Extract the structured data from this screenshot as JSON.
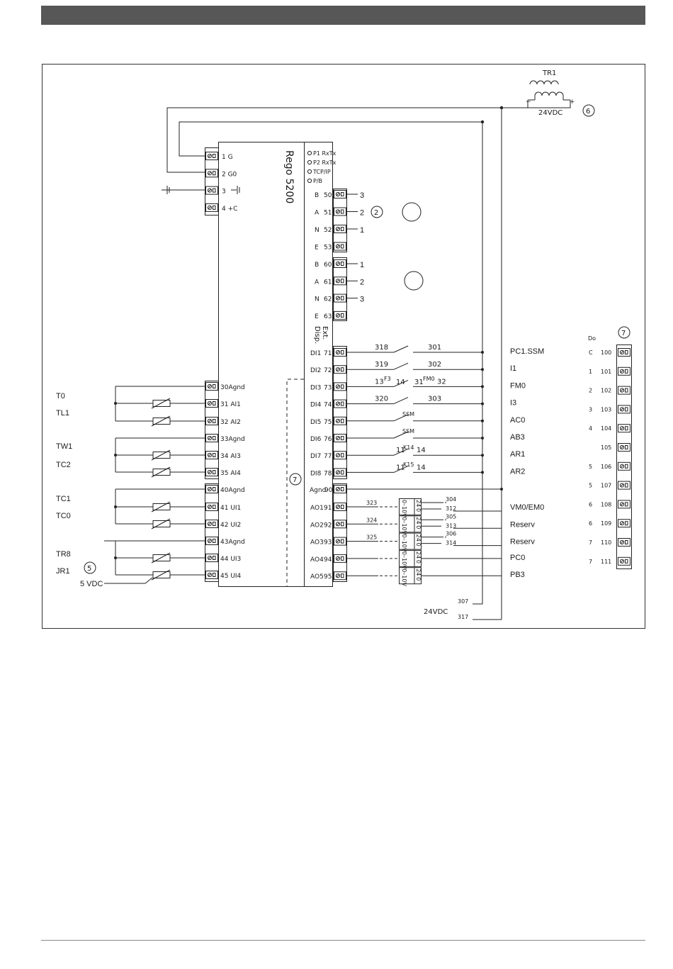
{
  "controller": {
    "title": "Rego 5200",
    "status_leds": [
      "P1 RxTx",
      "P2 RxTx",
      "TCP/IP",
      "P/B"
    ],
    "ext_display": [
      "Ext.",
      "Disp."
    ]
  },
  "power": {
    "transformer": "TR1",
    "minus": "−",
    "plus": "+",
    "supply": "24VDC",
    "marker": "6"
  },
  "left_top_terminals": [
    {
      "num": "1",
      "label": "G"
    },
    {
      "num": "2",
      "label": "G0"
    },
    {
      "num": "3",
      "label": ""
    },
    {
      "num": "4",
      "label": "+C"
    }
  ],
  "bus_terminals": [
    {
      "signal": "B",
      "num": "50",
      "wire": "3"
    },
    {
      "signal": "A",
      "num": "51",
      "wire": "2"
    },
    {
      "signal": "N",
      "num": "52",
      "wire": "1"
    },
    {
      "signal": "E",
      "num": "53",
      "wire": ""
    },
    {
      "signal": "B",
      "num": "60",
      "wire": "1"
    },
    {
      "signal": "A",
      "num": "61",
      "wire": "2"
    },
    {
      "signal": "N",
      "num": "62",
      "wire": "3"
    },
    {
      "signal": "E",
      "num": "63",
      "wire": ""
    }
  ],
  "bus_marker": "2",
  "analog_inputs": [
    {
      "term": "30Agnd",
      "sensor": ""
    },
    {
      "term": "31 AI1",
      "sensor": "T0"
    },
    {
      "term": "32 AI2",
      "sensor": "TL1"
    },
    {
      "term": "33Agnd",
      "sensor": ""
    },
    {
      "term": "34 AI3",
      "sensor": "TW1"
    },
    {
      "term": "35 AI4",
      "sensor": "TC2"
    },
    {
      "term": "40Agnd",
      "sensor": ""
    },
    {
      "term": "41 UI1",
      "sensor": "TC1"
    },
    {
      "term": "42 UI2",
      "sensor": "TC0"
    },
    {
      "term": "43Agnd",
      "sensor": ""
    },
    {
      "term": "44 UI3",
      "sensor": "TR8"
    },
    {
      "term": "45 UI4",
      "sensor": "JR1"
    }
  ],
  "vdc5": {
    "label": "5 VDC",
    "marker": "5"
  },
  "digital_inputs": [
    {
      "term": "DI1",
      "num": "71",
      "left": "318",
      "right": "301",
      "signal": "PC1.SSM"
    },
    {
      "term": "DI2",
      "num": "72",
      "left": "319",
      "right": "302",
      "signal": "I1"
    },
    {
      "term": "DI3",
      "num": "73",
      "left": "13",
      "right": "32",
      "signal": "FM0"
    },
    {
      "term": "DI4",
      "num": "74",
      "left": "320",
      "right": "303",
      "signal": "I3"
    },
    {
      "term": "DI5",
      "num": "75",
      "left": "",
      "right": "",
      "signal": "AC0"
    },
    {
      "term": "DI6",
      "num": "76",
      "left": "",
      "right": "",
      "signal": "AB3"
    },
    {
      "term": "DI7",
      "num": "77",
      "left": "11",
      "right": "14",
      "signal": "AR1"
    },
    {
      "term": "DI8",
      "num": "78",
      "left": "11",
      "right": "14",
      "signal": "AR2"
    }
  ],
  "di3_extra": {
    "f3": "F3",
    "n14": "14",
    "n31": "31",
    "fm0": "FM0"
  },
  "ssm_labels": [
    "SSM",
    "SSM"
  ],
  "relay_labels": [
    "K14",
    "K15"
  ],
  "agnd90": {
    "term": "Agnd",
    "num": "90"
  },
  "analog_outputs": [
    {
      "term": "AO1",
      "num": "91",
      "wire": "323",
      "top": "304",
      "bot": "312",
      "signal": "VM0/EM0"
    },
    {
      "term": "AO2",
      "num": "92",
      "wire": "324",
      "top": "305",
      "bot": "313",
      "signal": "Reserv"
    },
    {
      "term": "AO3",
      "num": "93",
      "wire": "325",
      "top": "306",
      "bot": "314",
      "signal": "Reserv"
    },
    {
      "term": "AO4",
      "num": "94",
      "wire": "",
      "top": "",
      "bot": "",
      "signal": "PC0"
    },
    {
      "term": "AO5",
      "num": "95",
      "wire": "",
      "top": "",
      "bot": "",
      "signal": "PB3"
    }
  ],
  "converter_labels": {
    "range": "0–10V",
    "supply": "24",
    "zero": "0"
  },
  "supply_bottom": {
    "label": "24VDC",
    "w307": "307",
    "w317": "317"
  },
  "dashed_marker": "7",
  "do_table": {
    "header": "Do",
    "marker": "7",
    "rows": [
      {
        "idx": "C",
        "num": "100"
      },
      {
        "idx": "1",
        "num": "101"
      },
      {
        "idx": "2",
        "num": "102"
      },
      {
        "idx": "3",
        "num": "103"
      },
      {
        "idx": "4",
        "num": "104"
      },
      {
        "idx": "",
        "num": "105"
      },
      {
        "idx": "5",
        "num": "106"
      },
      {
        "idx": "5",
        "num": "107"
      },
      {
        "idx": "6",
        "num": "108"
      },
      {
        "idx": "6",
        "num": "109"
      },
      {
        "idx": "7",
        "num": "110"
      },
      {
        "idx": "7",
        "num": "111"
      }
    ]
  }
}
